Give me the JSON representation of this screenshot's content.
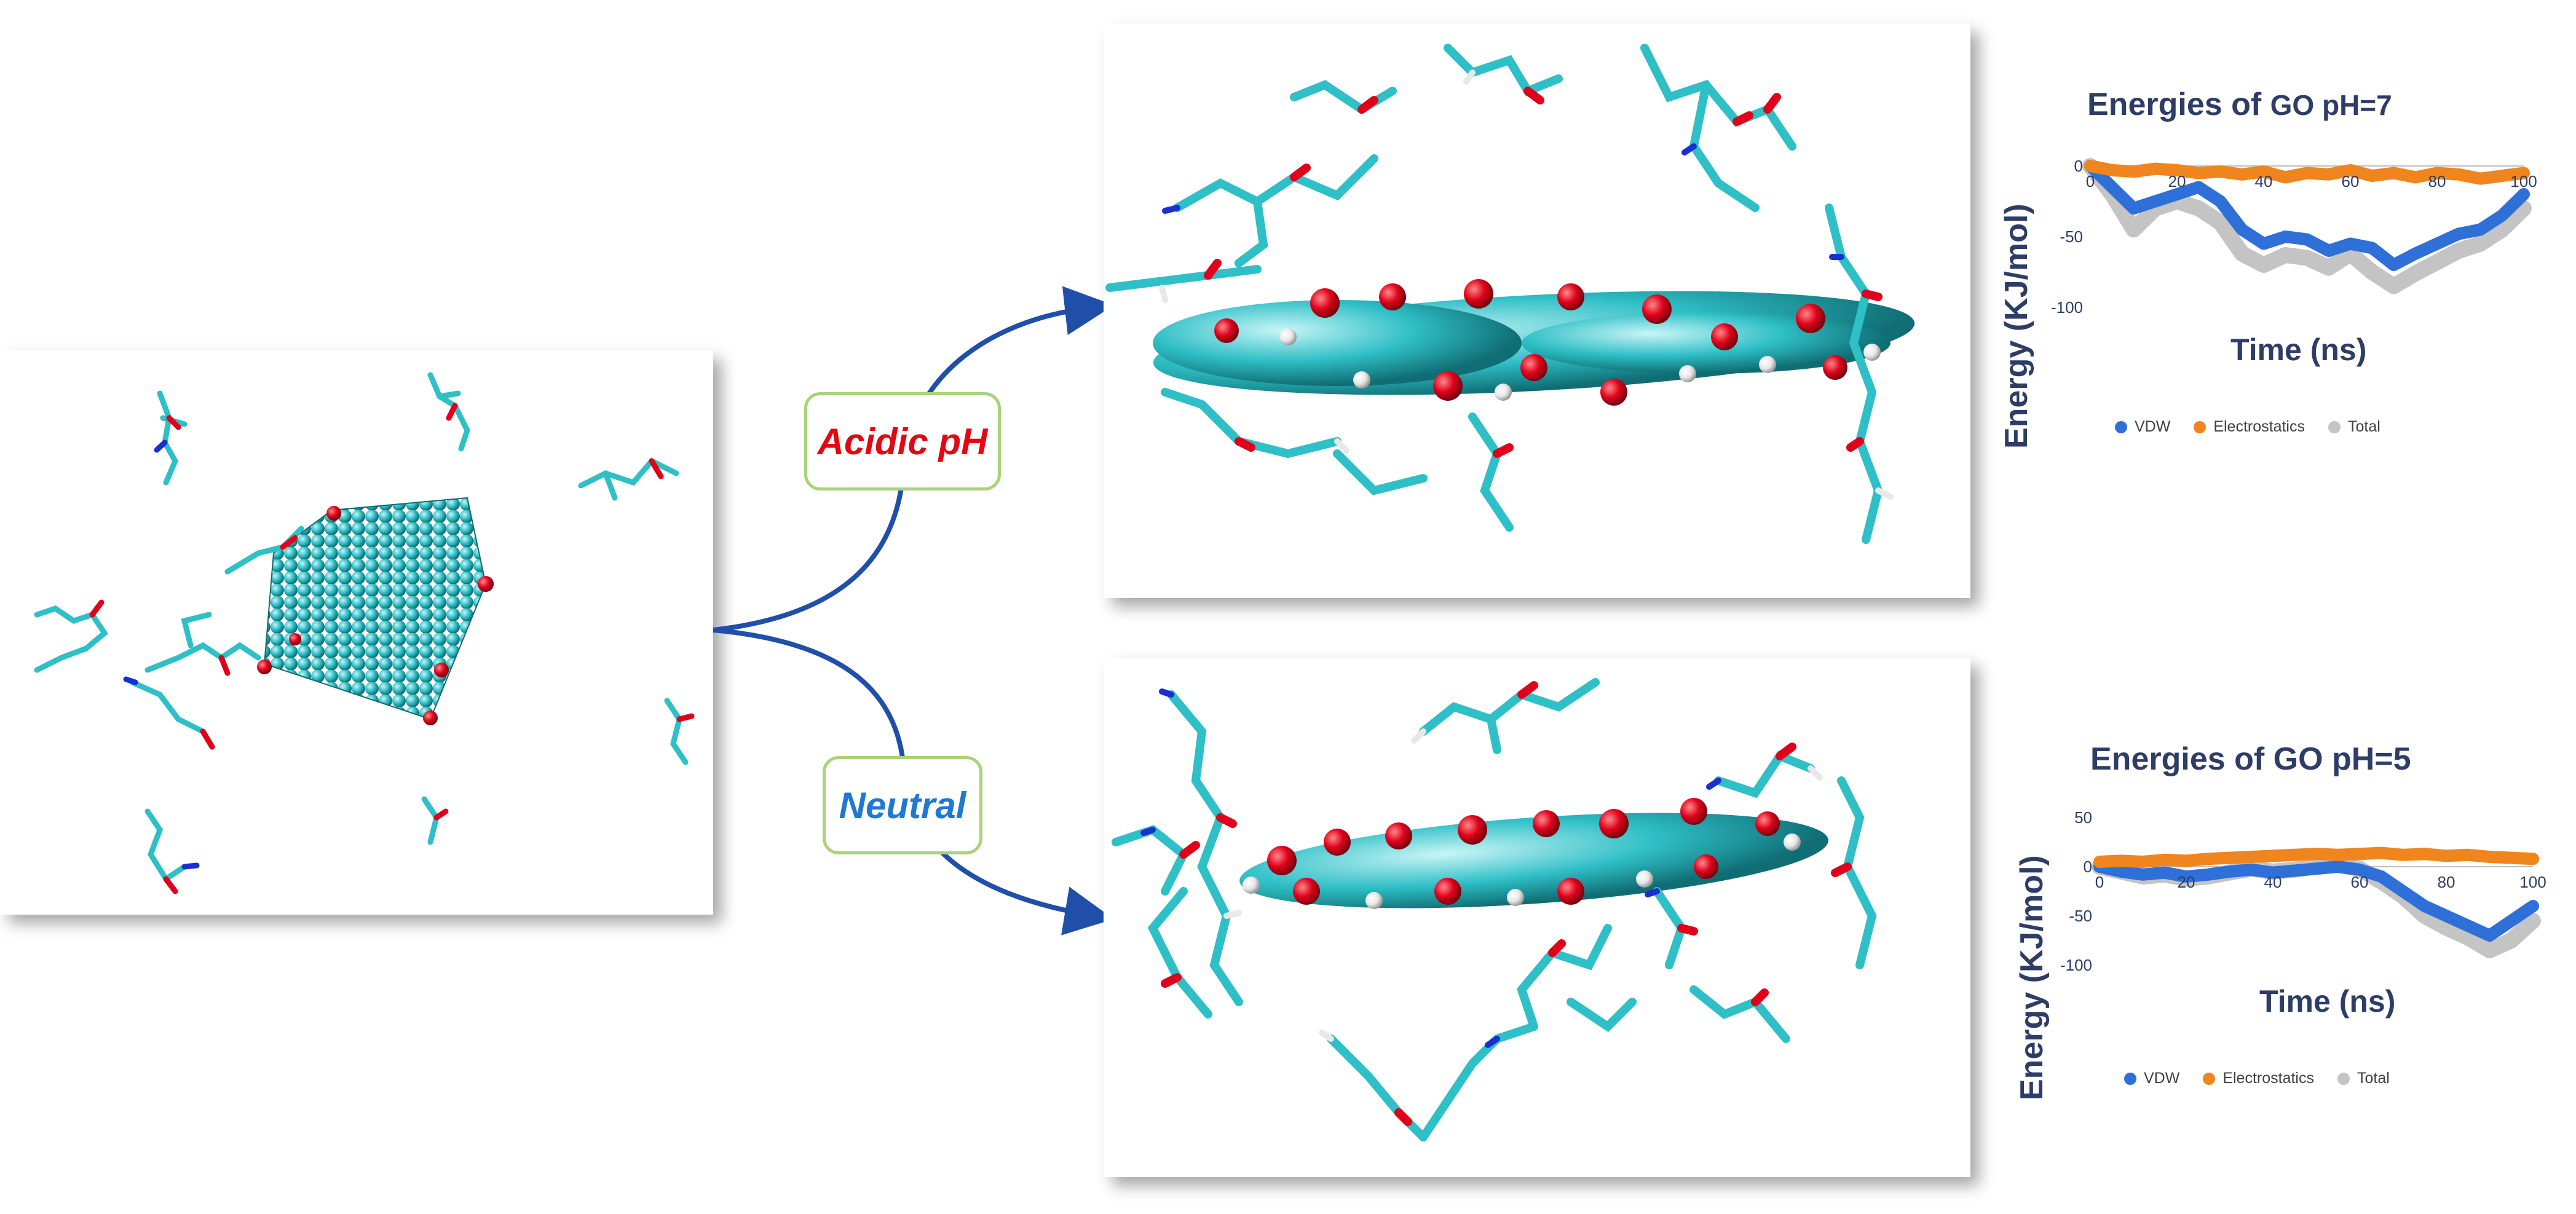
{
  "labels": {
    "acidic": "Acidic pH",
    "neutral": "Neutral"
  },
  "colors": {
    "acidic": "#e30613",
    "neutral": "#1f78d1",
    "arrow": "#1f4fa8",
    "label_border": "#a9d27a",
    "carbon": "#2fbfc6",
    "oxygen": "#e0001b",
    "hydrogen": "#ececec",
    "nitrogen": "#1a2fd0",
    "vdw": "#2f6fd8",
    "electrostatics": "#f0851e",
    "total": "#c4c4c4",
    "axis_text": "#2e3d66"
  },
  "chart_data": [
    {
      "type": "line",
      "title_prefix": "Energies of ",
      "title_suffix": "GO pH=7",
      "xlabel": "Time (ns)",
      "ylabel": "Energy (KJ/mol)",
      "xlim": [
        0,
        100
      ],
      "ylim": [
        -100,
        0
      ],
      "xticks": [
        "0",
        "20",
        "40",
        "60",
        "80",
        "100"
      ],
      "yticks": [
        "0",
        "-50",
        "-100"
      ],
      "x": [
        0,
        5,
        10,
        15,
        20,
        25,
        30,
        35,
        40,
        45,
        50,
        55,
        60,
        65,
        70,
        75,
        80,
        85,
        90,
        95,
        100
      ],
      "series": [
        {
          "name": "VDW",
          "values": [
            0,
            -15,
            -30,
            -25,
            -20,
            -15,
            -25,
            -45,
            -55,
            -50,
            -52,
            -60,
            -55,
            -58,
            -70,
            -62,
            -55,
            -48,
            -45,
            -35,
            -20
          ]
        },
        {
          "name": "Electrostatics",
          "values": [
            0,
            -3,
            -4,
            -2,
            -3,
            -5,
            -4,
            -6,
            -4,
            -8,
            -5,
            -6,
            -3,
            -7,
            -5,
            -8,
            -5,
            -6,
            -9,
            -7,
            -5
          ]
        },
        {
          "name": "Total",
          "values": [
            0,
            -20,
            -45,
            -30,
            -25,
            -30,
            -40,
            -62,
            -70,
            -63,
            -65,
            -72,
            -62,
            -75,
            -85,
            -76,
            -68,
            -60,
            -55,
            -45,
            -30
          ]
        }
      ],
      "legend": [
        "VDW",
        "Electrostatics",
        "Total"
      ]
    },
    {
      "type": "line",
      "title": "Energies of GO pH=5",
      "xlabel": "Time (ns)",
      "ylabel": "Energy (KJ/mol)",
      "xlim": [
        0,
        100
      ],
      "ylim": [
        -100,
        50
      ],
      "xticks": [
        "0",
        "20",
        "40",
        "60",
        "80",
        "100"
      ],
      "yticks": [
        "50",
        "0",
        "-50",
        "-100"
      ],
      "x": [
        0,
        5,
        10,
        15,
        20,
        25,
        30,
        35,
        40,
        45,
        50,
        55,
        60,
        65,
        70,
        75,
        80,
        85,
        90,
        95,
        100
      ],
      "series": [
        {
          "name": "VDW",
          "values": [
            0,
            -5,
            -8,
            -6,
            -10,
            -8,
            -5,
            -3,
            -6,
            -4,
            -2,
            0,
            -3,
            -10,
            -25,
            -40,
            -50,
            -60,
            -70,
            -55,
            -40
          ]
        },
        {
          "name": "Electrostatics",
          "values": [
            5,
            6,
            5,
            7,
            6,
            8,
            9,
            10,
            11,
            12,
            13,
            12,
            13,
            14,
            12,
            13,
            11,
            12,
            10,
            9,
            8
          ]
        },
        {
          "name": "Total",
          "values": [
            0,
            -5,
            -10,
            -8,
            -12,
            -10,
            -6,
            -2,
            -5,
            -3,
            0,
            2,
            -2,
            -15,
            -30,
            -50,
            -62,
            -72,
            -85,
            -75,
            -55
          ]
        }
      ],
      "legend": [
        "VDW",
        "Electrostatics",
        "Total"
      ]
    }
  ]
}
